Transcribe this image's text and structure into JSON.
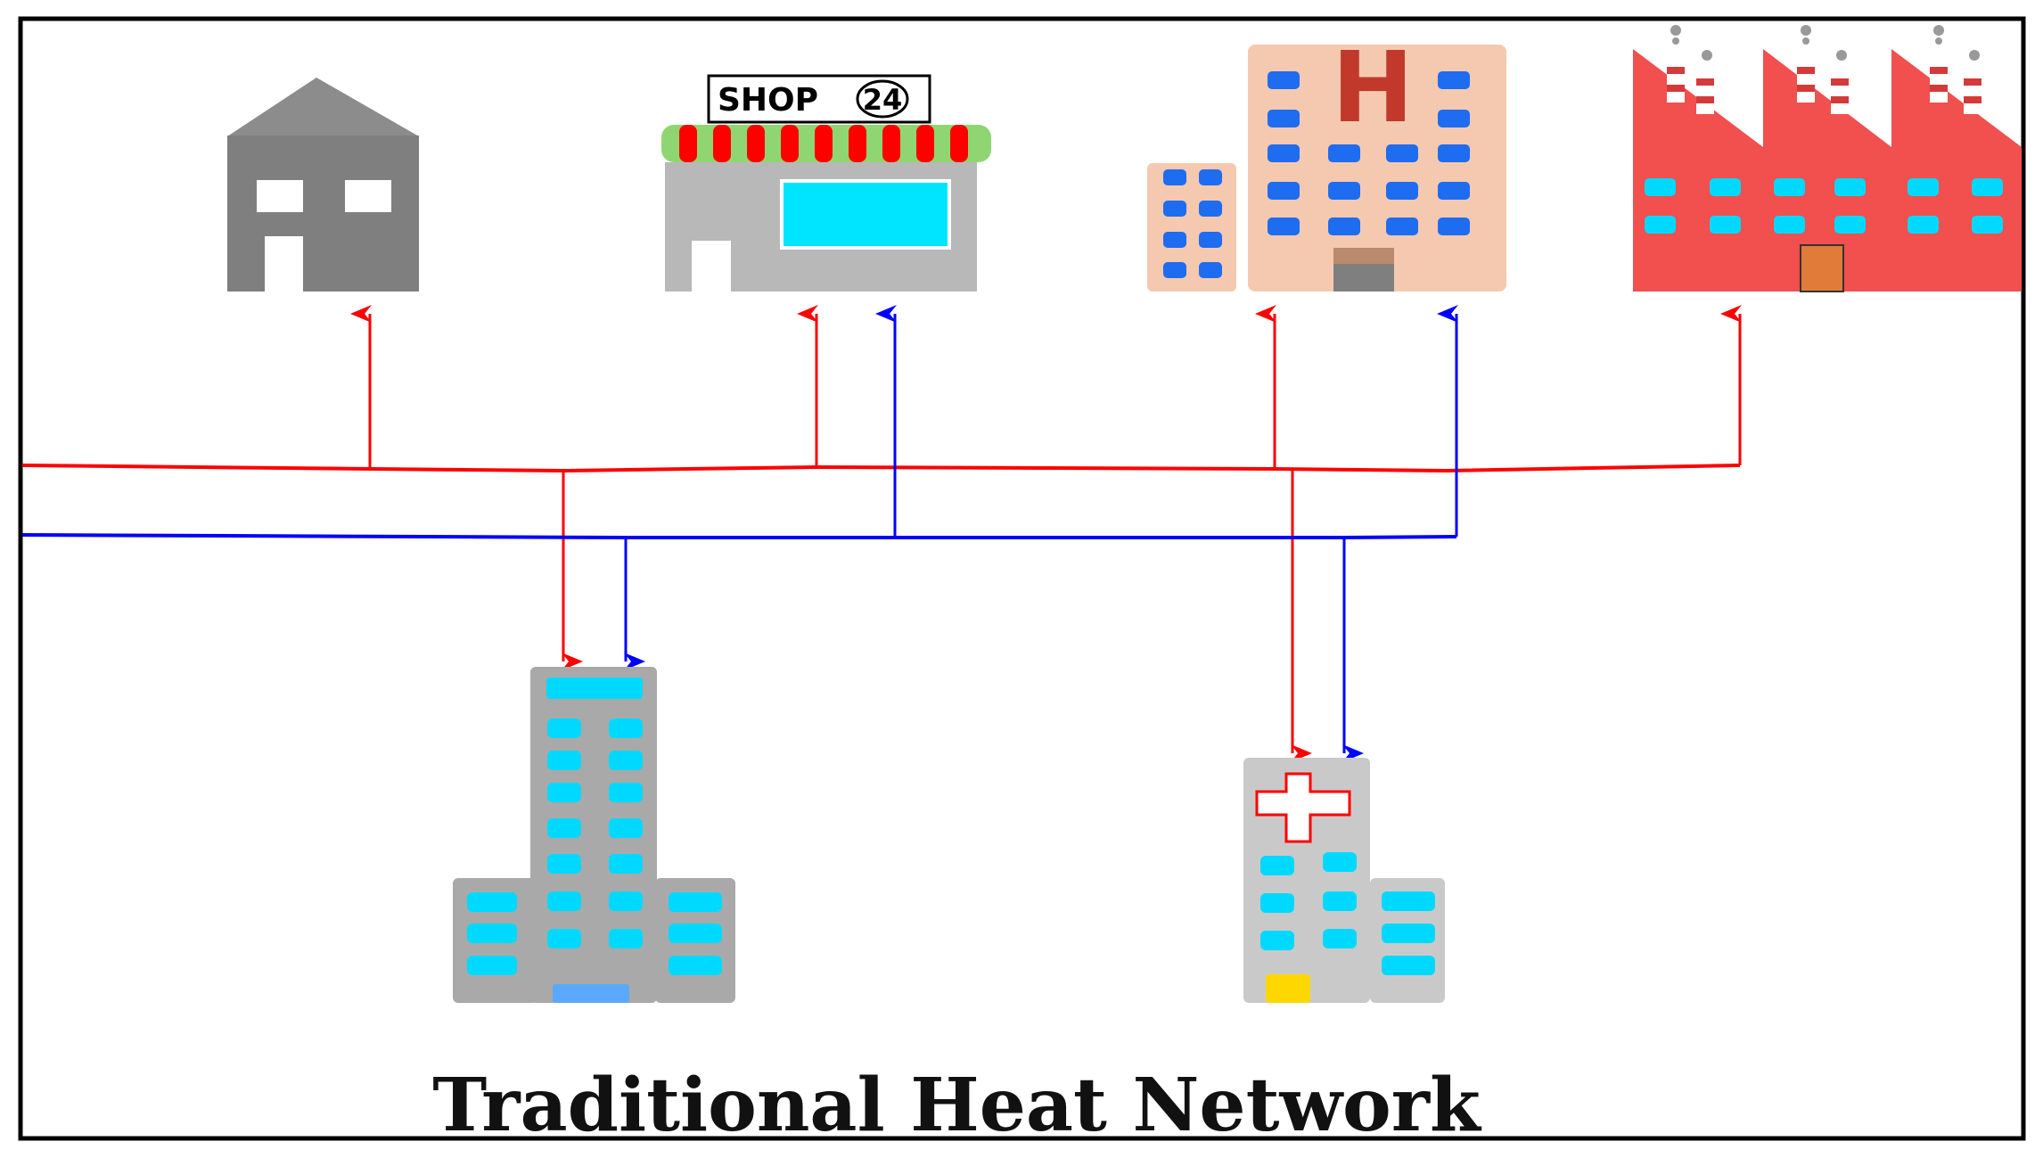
{
  "title": "Traditional Heat Network",
  "shop_sign": {
    "label": "SHOP",
    "number": "24"
  },
  "hospital_sign": "H",
  "colors": {
    "supply_line": "#ff0000",
    "return_line": "#0000ff",
    "frame": "#000000",
    "house": "#7f7f7f",
    "shop_body": "#b8b8b8",
    "hotel": "#f5c9b0",
    "factory": "#f24f4f",
    "tower": "#a9a9a9",
    "clinic": "#c9c9c9",
    "window": "#00d9ff",
    "hotel_window": "#1e6cf0"
  },
  "nodes": [
    {
      "id": "house",
      "icon": "house-icon"
    },
    {
      "id": "shop",
      "icon": "shop-icon"
    },
    {
      "id": "hotel",
      "icon": "hotel-icon"
    },
    {
      "id": "factory",
      "icon": "factory-icon"
    },
    {
      "id": "office-tower",
      "icon": "office-tower-icon"
    },
    {
      "id": "clinic",
      "icon": "clinic-icon"
    }
  ],
  "edges": [
    {
      "from": "supply-line",
      "to": "house",
      "type": "supply"
    },
    {
      "from": "supply-line",
      "to": "shop",
      "type": "supply"
    },
    {
      "from": "return-line",
      "to": "shop",
      "type": "return"
    },
    {
      "from": "supply-line",
      "to": "hotel",
      "type": "supply"
    },
    {
      "from": "return-line",
      "to": "hotel",
      "type": "return"
    },
    {
      "from": "supply-line",
      "to": "factory",
      "type": "supply"
    },
    {
      "from": "supply-line",
      "to": "office-tower",
      "type": "supply"
    },
    {
      "from": "return-line",
      "to": "office-tower",
      "type": "return"
    },
    {
      "from": "supply-line",
      "to": "clinic",
      "type": "supply"
    },
    {
      "from": "return-line",
      "to": "clinic",
      "type": "return"
    }
  ]
}
